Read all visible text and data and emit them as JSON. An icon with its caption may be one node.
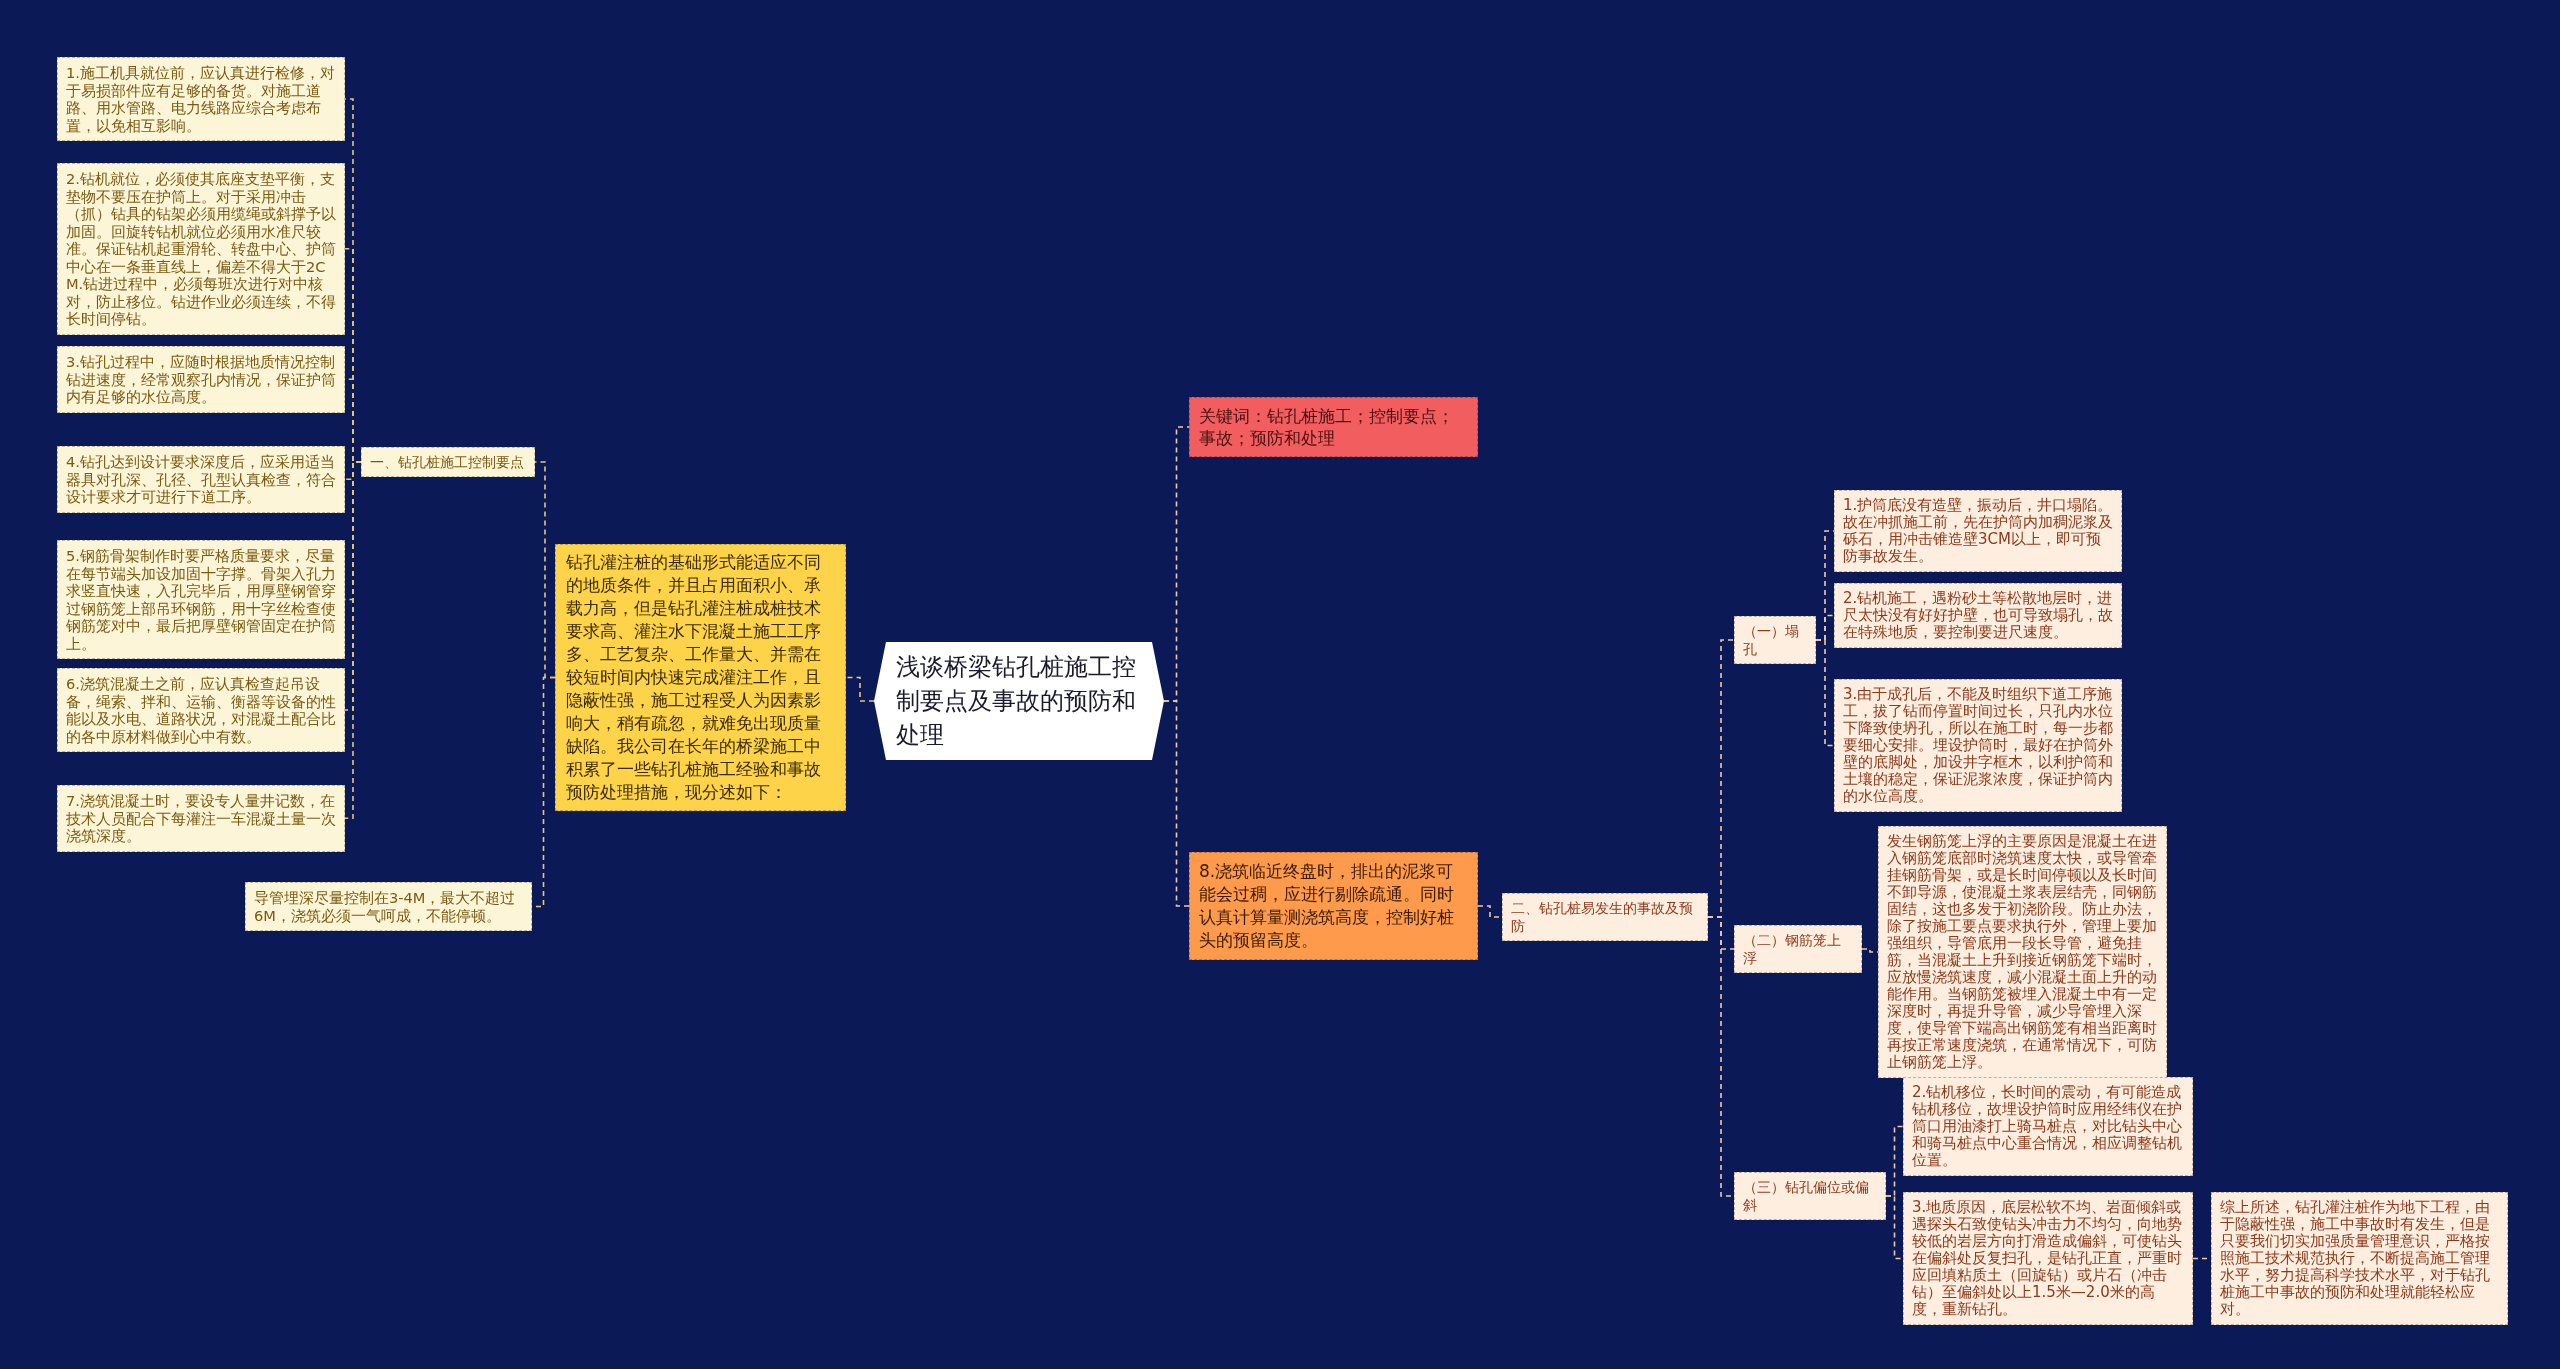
{
  "diagram": {
    "nodes": [
      {
        "text": [
          "浅谈桥梁钻孔桩施工控制要点及事故的预防和处理"
        ]
      },
      {
        "text": [
          "钻孔灌注桩的基础形式能适应不同的地质条件，并且占用面积小、承载力高，但是钻孔灌注桩成桩技术要求高、灌注水下混凝土施工工序多、工艺复杂、工作量大、并需在较短时间内快速完成灌注工作，且隐蔽性强，施工过程受人为因素影响大，稍有疏忽，就难免出现质量缺陷。我公司在长年的桥梁施工中积累了一些钻孔桩施工经验和事故预防处理措施，现分述如下："
        ]
      },
      {
        "text": [
          "一、钻孔桩施工控制要点"
        ]
      },
      {
        "text": [
          "1.施工机具就位前，应认真进行检修，对于易损部件应有足够的备货。对施工道路、用水管路、电力线路应综合考虑布置，以免相互影响。"
        ]
      },
      {
        "text": [
          "2.钻机就位，必须使其底座支垫平衡，支垫物不要压在护筒上。对于采用冲击（抓）钻具的钻架必须用缆绳或斜撑予以加固。回旋转钻机就位必须用水准尺较准。保证钻机起重滑轮、转盘中心、护筒中心在一条垂直线上，偏差不得大于2CM.钻进过程中，必须每班次进行对中核对，防止移位。钻进作业必须连续，不得长时间停钻。"
        ]
      },
      {
        "text": [
          "3.钻孔过程中，应随时根据地质情况控制钻进速度，经常观察孔内情况，保证护筒内有足够的水位高度。"
        ]
      },
      {
        "text": [
          "4.钻孔达到设计要求深度后，应采用适当器具对孔深、孔径、孔型认真检查，符合设计要求才可进行下道工序。"
        ]
      },
      {
        "text": [
          "5.钢筋骨架制作时要严格质量要求，尽量在每节端头加设加固十字撑。骨架入孔力求竖直快速，入孔完毕后，用厚壁钢管穿过钢筋笼上部吊环钢筋，用十字丝检查使钢筋笼对中，最后把厚壁钢管固定在护筒上。"
        ]
      },
      {
        "text": [
          "6.浇筑混凝土之前，应认真检查起吊设备，绳索、拌和、运输、衡器等设备的性能以及水电、道路状况，对混凝土配合比的各中原材料做到心中有数。"
        ]
      },
      {
        "text": [
          "7.浇筑混凝土时，要设专人量井记数，在技术人员配合下每灌注一车混凝土量一次浇筑深度。"
        ]
      },
      {
        "text": [
          "导管埋深尽量控制在3-4M，最大不超过6M，浇筑必须一气呵成，不能停顿。"
        ]
      },
      {
        "text": [
          "关键词：钻孔桩施工；控制要点；事故；预防和处理"
        ]
      },
      {
        "text": [
          "8.浇筑临近终盘时，排出的泥浆可能会过稠，应进行剔除疏通。同时认真计算量测浇筑高度，控制好桩头的预留高度。"
        ]
      },
      {
        "text": [
          "二、钻孔桩易发生的事故及预防"
        ]
      },
      {
        "text": [
          "（一）塌孔"
        ]
      },
      {
        "text": [
          "1.护筒底没有造壁，振动后，井口塌陷。故在冲抓施工前，先在护筒内加稠泥浆及砾石，用冲击锥造壁3CM以上，即可预防事故发生。"
        ]
      },
      {
        "text": [
          "2.钻机施工，遇粉砂土等松散地层时，进尺太快没有好好护壁，也可导致塌孔，故在特殊地质，要控制要进尺速度。"
        ]
      },
      {
        "text": [
          "3.由于成孔后，不能及时组织下道工序施工，拔了钻而停置时间过长，只孔内水位下降致使坍孔，所以在施工时，每一步都要细心安排。埋设护筒时，最好在护筒外壁的底脚处，加设井字框木，以利护筒和土壤的稳定，保证泥浆浓度，保证护筒内的水位高度。"
        ]
      },
      {
        "text": [
          "（二）钢筋笼上浮"
        ]
      },
      {
        "text": [
          "发生钢筋笼上浮的主要原因是混凝土在进入钢筋笼底部时浇筑速度太快，或导管牵挂钢筋骨架，或是长时间停顿以及长时间不卸导源，使混凝土浆表层结壳，同钢筋固结，这也多发于初浇阶段。防止办法，除了按施工要点要求执行外，管理上要加强组织，导管底用一段长导管，避免挂筋，当混凝土上升到接近钢筋笼下端时，应放慢浇筑速度，减小混凝土面上升的动能作用。当钢筋笼被埋入混凝土中有一定深度时，再提升导管，减少导管埋入深度，使导管下端高出钢筋笼有相当距离时再按正常速度浇筑，在通常情况下，可防止钢筋笼上浮。"
        ]
      },
      {
        "text": [
          "（三）钻孔偏位或偏斜"
        ]
      },
      {
        "text": [
          "2.钻机移位，长时间的震动，有可能造成钻机移位，故埋设护筒时应用经纬仪在护筒口用油漆打上骑马桩点，对比钻头中心和骑马桩点中心重合情况，相应调整钻机位置。"
        ]
      },
      {
        "text": [
          "3.地质原因，底层松软不均、岩面倾斜或遇探头石致使钻头冲击力不均匀，向地势较低的岩层方向打滑造成偏斜，可使钻头在偏斜处反复扫孔，是钻孔正直，严重时应回填粘质土（回旋钻）或片石（冲击钻）至偏斜处以上1.5米—2.0米的高度，重新钻孔。"
        ]
      },
      {
        "text": [
          "综上所述，钻孔灌注桩作为地下工程，由于隐蔽性强，施工中事故时有发生，但是只要我们切实加强质量管理意识，严格按照施工技术规范执行，不断提高施工管理水平，努力提高科学技术水平，对于钻孔桩施工中事故的预防和处理就能轻松应对。"
        ]
      }
    ],
    "edges": [
      {
        "from": 0,
        "to": 1,
        "arrow": "none",
        "color": "#e3c77a"
      },
      {
        "from": 1,
        "to": 2,
        "arrow": "none",
        "color": "#e3c77a"
      },
      {
        "from": 1,
        "to": 10,
        "arrow": "none",
        "color": "#e3c77a"
      },
      {
        "from": 2,
        "to": 3,
        "arrow": "none",
        "color": "#e3c77a"
      },
      {
        "from": 2,
        "to": 4,
        "arrow": "none",
        "color": "#e3c77a"
      },
      {
        "from": 2,
        "to": 5,
        "arrow": "none",
        "color": "#e3c77a"
      },
      {
        "from": 2,
        "to": 6,
        "arrow": "none",
        "color": "#e3c77a"
      },
      {
        "from": 2,
        "to": 7,
        "arrow": "none",
        "color": "#e3c77a"
      },
      {
        "from": 2,
        "to": 8,
        "arrow": "none",
        "color": "#e3c77a"
      },
      {
        "from": 2,
        "to": 9,
        "arrow": "none",
        "color": "#e3c77a"
      },
      {
        "from": 0,
        "to": 11,
        "arrow": "none"
      },
      {
        "from": 0,
        "to": 12,
        "arrow": "none"
      },
      {
        "from": 12,
        "to": 13,
        "arrow": "none"
      },
      {
        "from": 13,
        "to": 14,
        "arrow": "none"
      },
      {
        "from": 13,
        "to": 18,
        "arrow": "none"
      },
      {
        "from": 13,
        "to": 20,
        "arrow": "none"
      },
      {
        "from": 14,
        "to": 15,
        "arrow": "none"
      },
      {
        "from": 14,
        "to": 16,
        "arrow": "none"
      },
      {
        "from": 14,
        "to": 17,
        "arrow": "none"
      },
      {
        "from": 18,
        "to": 19,
        "arrow": "none"
      },
      {
        "from": 20,
        "to": 21,
        "arrow": "none"
      },
      {
        "from": 20,
        "to": 22,
        "arrow": "none"
      },
      {
        "from": 22,
        "to": 23,
        "arrow": "none"
      }
    ]
  }
}
